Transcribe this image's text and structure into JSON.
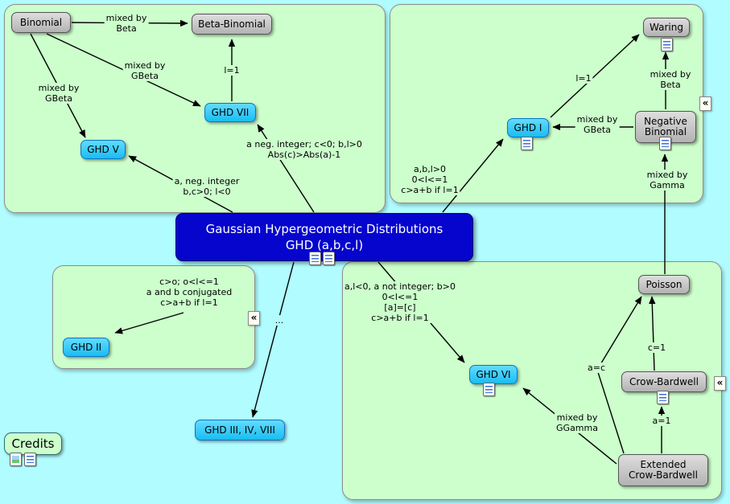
{
  "map": {
    "marker": "«",
    "dots": "..."
  },
  "central_node": {
    "text": "Gaussian Hypergeometric Distributions\nGHD (a,b,c,l)"
  },
  "nodes": {
    "binomial": "Binomial",
    "beta_binomial": "Beta-Binomial",
    "ghd_vii": "GHD VII",
    "ghd_v": "GHD V",
    "waring": "Waring",
    "negative_binomial": "Negative\nBinomial",
    "ghd_i": "GHD I",
    "ghd_ii": "GHD II",
    "ghd_vi": "GHD VI",
    "ghd_iii_iv_viii": "GHD III, IV, VIII",
    "poisson": "Poisson",
    "crow_bardwell": "Crow-Bardwell",
    "extended_crow_bardwell": "Extended\nCrow-Bardwell",
    "credits": "Credits"
  },
  "links": {
    "mixed_by_beta_binomial": "mixed by\nBeta",
    "mixed_by_gbeta_vii": "mixed by\nGBeta",
    "mixed_by_gbeta_v": "mixed by\nGBeta",
    "l1_beta_binomial": "l=1",
    "cond_ghd_vii": "a neg. integer; c<0; b,l>0\nAbs(c)>Abs(a)-1",
    "cond_ghd_v": "a, neg. integer\nb,c>0; l<0",
    "l1_waring": "l=1",
    "mixed_by_beta_waring": "mixed by\nBeta",
    "mixed_by_gbeta_i": "mixed by\nGBeta",
    "mixed_by_gamma": "mixed by\nGamma",
    "cond_ghd_i": "a,b,l>0\n0<l<=1\nc>a+b if l=1",
    "cond_ghd_ii": "c>o; o<l<=1\na and b conjugated\nc>a+b if l=1",
    "cond_ghd_vi": "a,l<0, a not integer; b>0\n0<l<=1\n[a]=[c]\nc>a+b if l=1",
    "c1": "c=1",
    "a_eq_c": "a=c",
    "a1": "a=1",
    "mixed_by_ggamma": "mixed by\nGGamma"
  }
}
